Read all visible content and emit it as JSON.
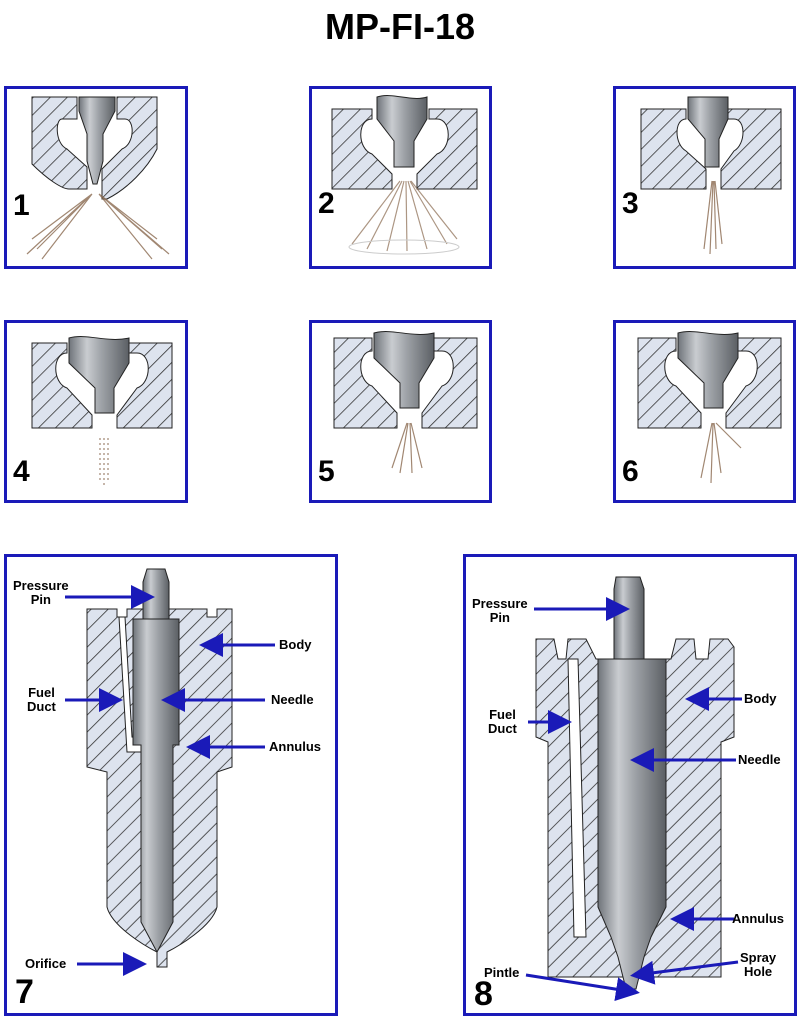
{
  "title": "MP-FI-18",
  "panels": [
    {
      "number": "1",
      "spray": "two-hole angled"
    },
    {
      "number": "2",
      "spray": "wide cone"
    },
    {
      "number": "3",
      "spray": "narrow pencil"
    },
    {
      "number": "4",
      "spray": "light dribble"
    },
    {
      "number": "5",
      "spray": "narrow cone"
    },
    {
      "number": "6",
      "spray": "irregular"
    },
    {
      "number": "7",
      "labels": {
        "pressure_pin": "Pressure\nPin",
        "body": "Body",
        "fuel_duct": "Fuel\nDuct",
        "needle": "Needle",
        "annulus": "Annulus",
        "orifice": "Orifice"
      }
    },
    {
      "number": "8",
      "labels": {
        "pressure_pin": "Pressure\nPin",
        "body": "Body",
        "fuel_duct": "Fuel\nDuct",
        "needle": "Needle",
        "annulus": "Annulus",
        "spray_hole": "Spray\nHole",
        "pintle": "Pintle"
      }
    }
  ],
  "colors": {
    "frame": "#1a1ab8",
    "arrow": "#1a1ab8",
    "hatch_fill": "#dde3ee",
    "spray": "#8a6a50"
  }
}
